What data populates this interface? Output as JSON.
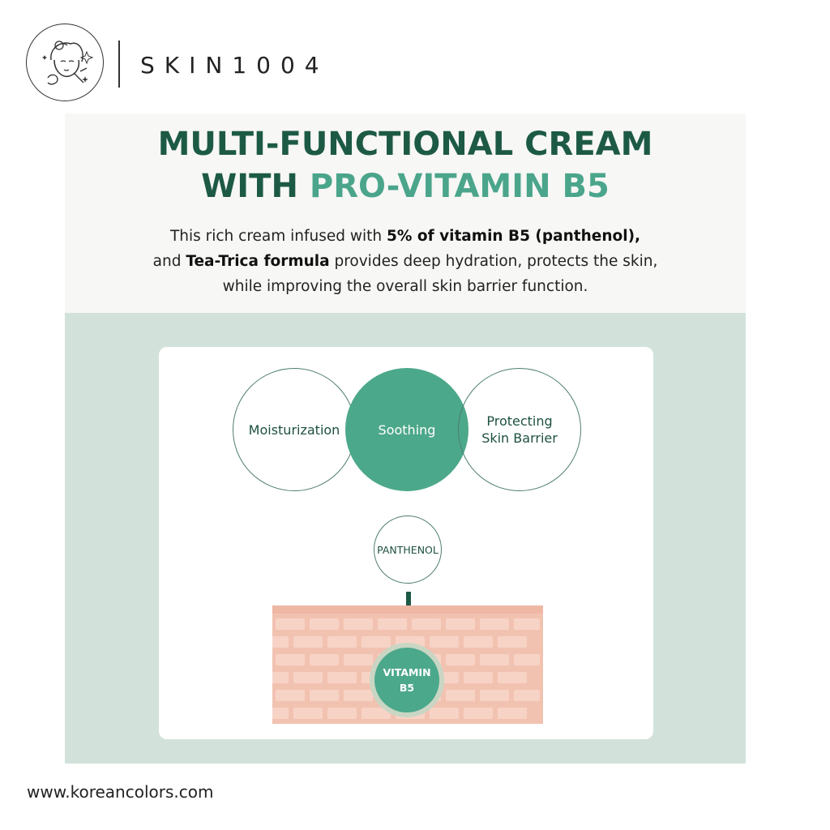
{
  "brand": {
    "name": "SKIN1004",
    "logo": "woman-face-sketch-icon"
  },
  "headline": {
    "line1": "MULTI-FUNCTIONAL CREAM",
    "line2_prefix": "WITH ",
    "line2_accent": "PRO-VITAMIN B5"
  },
  "description": {
    "l1_a": "This rich cream infused with ",
    "l1_b": "5% of vitamin B5 (panthenol),",
    "l2_a": "and ",
    "l2_b": "Tea-Trica formula",
    "l2_c": " provides deep hydration, protects the skin,",
    "l3": "while improving the overall skin barrier function."
  },
  "benefits": {
    "left": "Moisturization",
    "center": "Soothing",
    "right_l1": "Protecting",
    "right_l2": "Skin Barrier"
  },
  "ingredient": "PANTHENOL",
  "vitamin": {
    "l1": "VITAMIN",
    "l2": "B5"
  },
  "footer": {
    "website": "www.koreancolors.com"
  },
  "colors": {
    "dark_green": "#1d5a45",
    "accent_green": "#4aa58b",
    "panel_bg": "#d2e2da",
    "skin": "#f5c6b5"
  }
}
